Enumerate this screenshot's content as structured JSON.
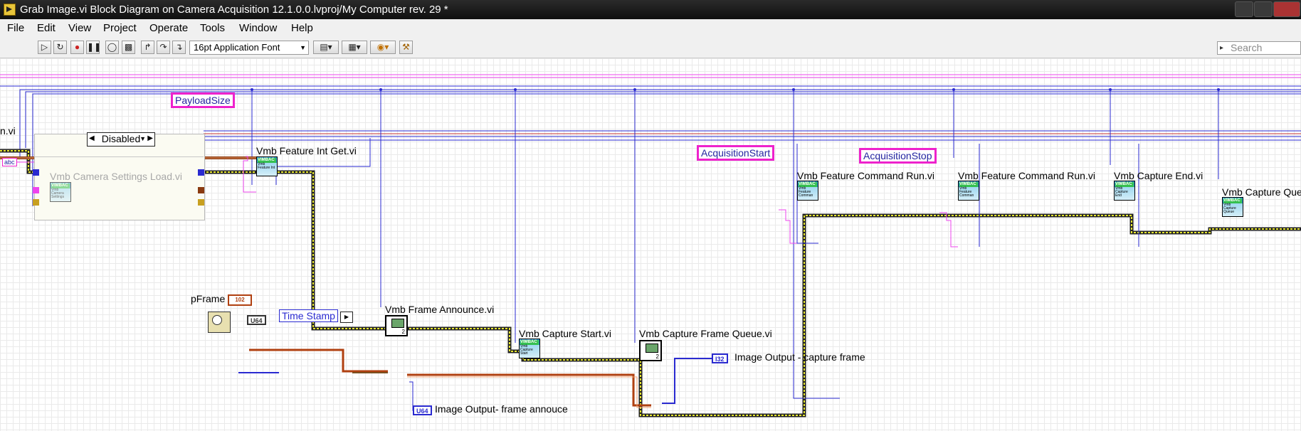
{
  "window": {
    "title": "Grab Image.vi Block Diagram on Camera Acquisition 12.1.0.0.lvproj/My Computer rev. 29 *"
  },
  "menu": [
    "File",
    "Edit",
    "View",
    "Project",
    "Operate",
    "Tools",
    "Window",
    "Help"
  ],
  "toolbar": {
    "font_select": "16pt Application Font",
    "search_placeholder": "Search",
    "icons": [
      "run-arrow-icon",
      "run-continuously-icon",
      "abort-icon",
      "pause-icon",
      "highlight-execution-icon",
      "retain-wire-values-icon",
      "step-into-icon",
      "step-over-icon",
      "step-out-icon",
      "text-settings-icon",
      "align-objects-icon",
      "distribute-objects-icon",
      "reorder-icon",
      "cleanup-diagram-icon"
    ]
  },
  "diagram": {
    "case_selector": "Disabled",
    "left_partial_label": "n.vi",
    "constants": {
      "payload_size": "PayloadSize",
      "acquisition_start": "AcquisitionStart",
      "acquisition_stop": "AcquisitionStop",
      "abc_const": "abc",
      "pframe_tag": "102"
    },
    "subvis": {
      "camera_settings_load": "Vmb Camera Settings Load.vi",
      "feature_int_get": "Vmb Feature Int Get.vi",
      "feature_command_run_1": "Vmb Feature Command Run.vi",
      "feature_command_run_2": "Vmb Feature Command Run.vi",
      "capture_end": "Vmb Capture End.vi",
      "capture_queue_partial": "Vmb Capture Que",
      "frame_announce": "Vmb Frame Announce.vi",
      "capture_start": "Vmb Capture Start.vi",
      "capture_frame_queue": "Vmb Capture Frame Queue.vi"
    },
    "icon_text": {
      "header": "VIMBAC",
      "settings_load": "Vmb Camera Settings",
      "int_get": "Vmb Feature Int",
      "command_run": "Vmb Feature Comman",
      "capture_end": "Vmb Capture End",
      "capture_queue": "Vmb Capture Queue",
      "capture_start": "Vmb Capture Start"
    },
    "labels": {
      "pframe": "pFrame",
      "time_stamp": "Time Stamp",
      "u64_const": "U64",
      "i32_indicator": "I32",
      "u64_indicator": "U64",
      "image_output_capture": "Image Output - capture frame",
      "image_output_announce": "Image Output- frame annouce",
      "node_num_1": "2",
      "node_num_2": "2"
    }
  }
}
